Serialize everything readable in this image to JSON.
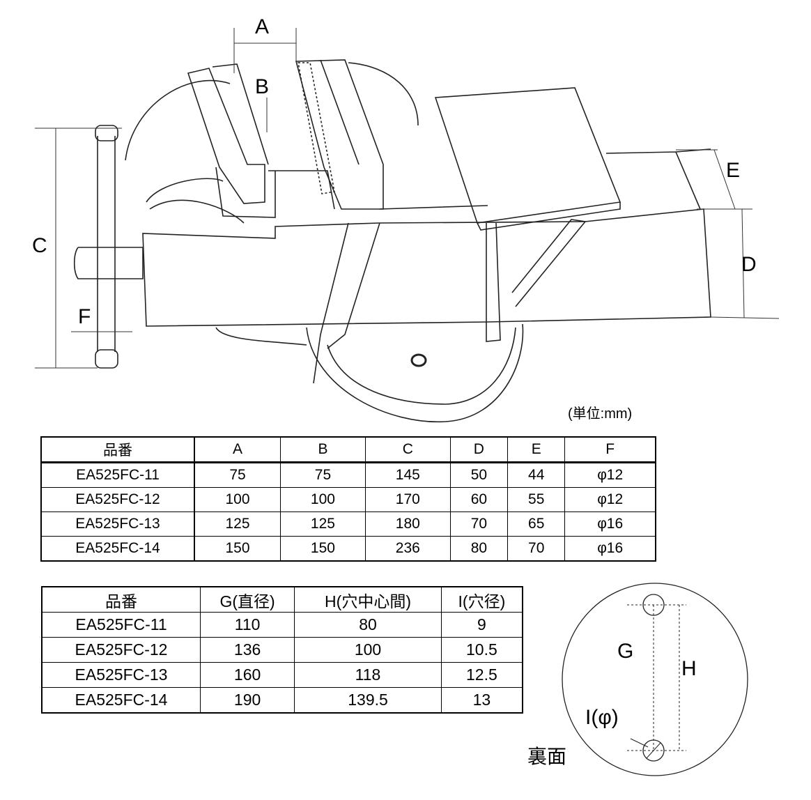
{
  "drawing": {
    "labels": {
      "A": "A",
      "B": "B",
      "C": "C",
      "D": "D",
      "E": "E",
      "F": "F"
    },
    "unit": "(単位:mm)"
  },
  "table1": {
    "headers": [
      "品番",
      "A",
      "B",
      "C",
      "D",
      "E",
      "F"
    ],
    "rows": [
      [
        "EA525FC-11",
        "75",
        "75",
        "145",
        "50",
        "44",
        "φ12"
      ],
      [
        "EA525FC-12",
        "100",
        "100",
        "170",
        "60",
        "55",
        "φ12"
      ],
      [
        "EA525FC-13",
        "125",
        "125",
        "180",
        "70",
        "65",
        "φ16"
      ],
      [
        "EA525FC-14",
        "150",
        "150",
        "236",
        "80",
        "70",
        "φ16"
      ]
    ]
  },
  "table2": {
    "headers": [
      "品番",
      "G(直径)",
      "H(穴中心間)",
      "I(穴径)"
    ],
    "rows": [
      [
        "EA525FC-11",
        "110",
        "80",
        "9"
      ],
      [
        "EA525FC-12",
        "136",
        "100",
        "10.5"
      ],
      [
        "EA525FC-13",
        "160",
        "118",
        "12.5"
      ],
      [
        "EA525FC-14",
        "190",
        "139.5",
        "13"
      ]
    ]
  },
  "base_diagram": {
    "labels": {
      "G": "G",
      "H": "H",
      "I": "I(φ)"
    },
    "caption": "裏面"
  }
}
